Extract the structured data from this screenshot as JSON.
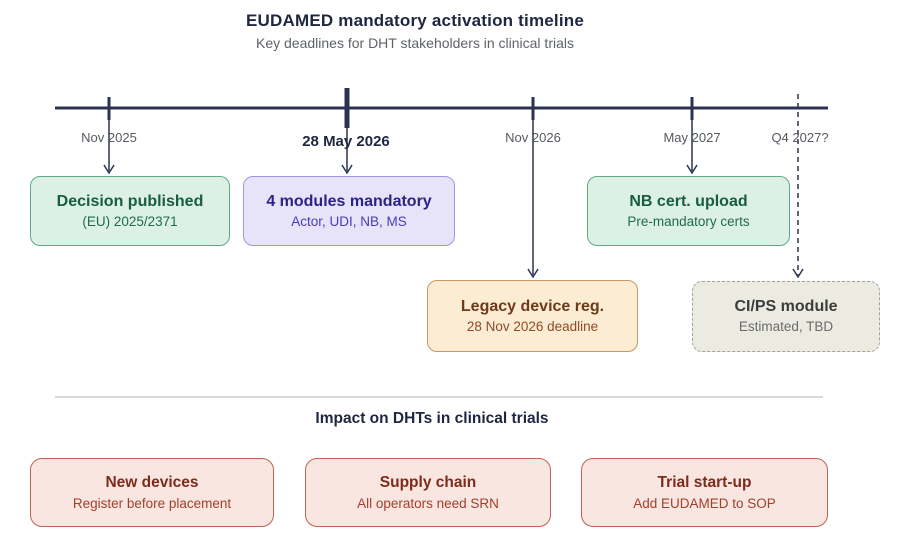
{
  "header": {
    "title": "EUDAMED mandatory activation timeline",
    "subtitle": "Key deadlines for DHT stakeholders in clinical trials"
  },
  "colors": {
    "axis_navy": "#2b3350",
    "green_bg": "#ddf0e6",
    "green_border": "#63a985",
    "purple_bg": "#e7e3f9",
    "purple_border": "#a095e6",
    "tan_bg": "#fbecd3",
    "tan_border": "#c9985c",
    "gray_bg": "#ecebe2",
    "pink_bg": "#f9e6e0",
    "pink_border": "#bd6250"
  },
  "timeline": {
    "events": [
      {
        "date": "Nov 2025",
        "emphasis": false
      },
      {
        "date": "28 May 2026",
        "emphasis": true
      },
      {
        "date": "Nov 2026",
        "emphasis": false
      },
      {
        "date": "May 2027",
        "emphasis": false
      },
      {
        "date": "Q4 2027?",
        "emphasis": false,
        "dashed": true
      }
    ]
  },
  "milestones": [
    {
      "title": "Decision published",
      "subtitle": "(EU) 2025/2371",
      "style": "green"
    },
    {
      "title": "4 modules mandatory",
      "subtitle": "Actor, UDI, NB, MS",
      "style": "purple"
    },
    {
      "title": "NB cert. upload",
      "subtitle": "Pre-mandatory certs",
      "style": "green"
    },
    {
      "title": "Legacy device reg.",
      "subtitle": "28 Nov 2026 deadline",
      "style": "tan"
    },
    {
      "title": "CI/PS module",
      "subtitle": "Estimated, TBD",
      "style": "gray-dashed"
    }
  ],
  "impact": {
    "heading": "Impact on DHTs in clinical trials",
    "items": [
      {
        "title": "New devices",
        "subtitle": "Register before placement"
      },
      {
        "title": "Supply chain",
        "subtitle": "All operators need SRN"
      },
      {
        "title": "Trial start-up",
        "subtitle": "Add EUDAMED to SOP"
      }
    ]
  }
}
